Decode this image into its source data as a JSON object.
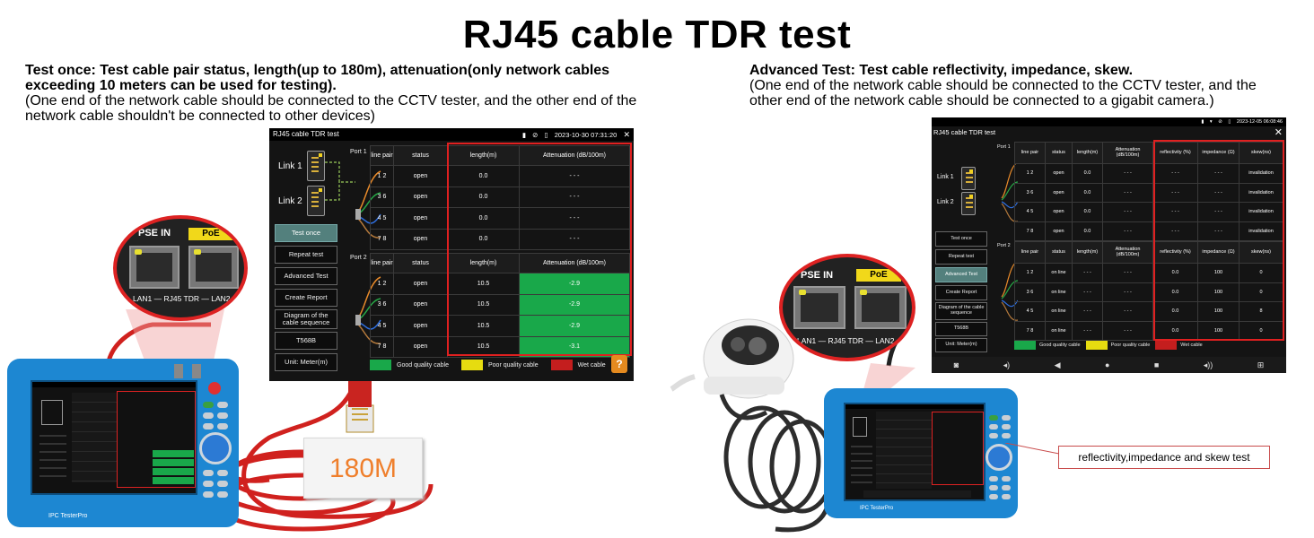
{
  "title": "RJ45 cable TDR test",
  "left_caption": {
    "bold": "Test once: Test cable pair status, length(up to 180m), attenuation(only network cables exceeding 10 meters can be used for testing).",
    "normal": "(One end of the network cable should be connected to the CCTV tester, and the other end of the network cable shouldn't be connected to other devices)"
  },
  "right_caption": {
    "bold": "Advanced Test: Test cable reflectivity, impedance, skew.",
    "normal": "(One end of the network cable should be connected to the CCTV tester, and the other end of the network cable should be connected to a gigabit camera.)"
  },
  "screen1": {
    "title": "RJ45 cable TDR test",
    "datetime": "2023-10-30 07:31:20",
    "link1": "Link 1",
    "link2": "Link 2",
    "buttons": [
      "Test once",
      "Repeat test",
      "Advanced Test",
      "Create Report",
      "Diagram of the cable sequence",
      "T568B",
      "Unit: Meter(m)"
    ],
    "active_button": "Test once",
    "port1": "Port 1",
    "port2": "Port 2",
    "headers": [
      "line pair",
      "status",
      "length(m)",
      "Attenuation (dB/100m)"
    ],
    "port1_rows": [
      {
        "pair": "1 2",
        "status": "open",
        "length": "0.0",
        "atten": "- - -"
      },
      {
        "pair": "3 6",
        "status": "open",
        "length": "0.0",
        "atten": "- - -"
      },
      {
        "pair": "4 5",
        "status": "open",
        "length": "0.0",
        "atten": "- - -"
      },
      {
        "pair": "7 8",
        "status": "open",
        "length": "0.0",
        "atten": "- - -"
      }
    ],
    "port2_rows": [
      {
        "pair": "1 2",
        "status": "open",
        "length": "10.5",
        "atten": "-2.9"
      },
      {
        "pair": "3 6",
        "status": "open",
        "length": "10.5",
        "atten": "-2.9"
      },
      {
        "pair": "4 5",
        "status": "open",
        "length": "10.5",
        "atten": "-2.9"
      },
      {
        "pair": "7 8",
        "status": "open",
        "length": "10.5",
        "atten": "-3.1"
      }
    ],
    "legend": [
      "Good quality cable",
      "Poor quality cable",
      "Wet cable"
    ],
    "help": "?"
  },
  "screen2": {
    "title": "RJ45 cable TDR test",
    "datetime": "2023-12-05 06:08:46",
    "link1": "Link 1",
    "link2": "Link 2",
    "buttons": [
      "Test once",
      "Repeat test",
      "Advanced Test",
      "Create Report",
      "Diagram of the cable sequence",
      "T568B",
      "Unit: Meter(m)"
    ],
    "active_button": "Advanced Test",
    "port1": "Port 1",
    "port2": "Port 2",
    "headers": [
      "line pair",
      "status",
      "length(m)",
      "Attenuation (dB/100m)",
      "reflectivity (%)",
      "impedance (Ω)",
      "skew(ns)"
    ],
    "port1_rows": [
      {
        "pair": "1 2",
        "status": "open",
        "length": "0.0",
        "atten": "- - -",
        "refl": "- - -",
        "imp": "- - -",
        "skew": "invalidation"
      },
      {
        "pair": "3 6",
        "status": "open",
        "length": "0.0",
        "atten": "- - -",
        "refl": "- - -",
        "imp": "- - -",
        "skew": "invalidation"
      },
      {
        "pair": "4 5",
        "status": "open",
        "length": "0.0",
        "atten": "- - -",
        "refl": "- - -",
        "imp": "- - -",
        "skew": "invalidation"
      },
      {
        "pair": "7 8",
        "status": "open",
        "length": "0.0",
        "atten": "- - -",
        "refl": "- - -",
        "imp": "- - -",
        "skew": "invalidation"
      }
    ],
    "port2_rows": [
      {
        "pair": "1 2",
        "status": "on line",
        "length": "- - -",
        "atten": "- - -",
        "refl": "0.0",
        "imp": "100",
        "skew": "0"
      },
      {
        "pair": "3 6",
        "status": "on line",
        "length": "- - -",
        "atten": "- - -",
        "refl": "0.0",
        "imp": "100",
        "skew": "0"
      },
      {
        "pair": "4 5",
        "status": "on line",
        "length": "- - -",
        "atten": "- - -",
        "refl": "0.0",
        "imp": "100",
        "skew": "8"
      },
      {
        "pair": "7 8",
        "status": "on line",
        "length": "- - -",
        "atten": "- - -",
        "refl": "0.0",
        "imp": "100",
        "skew": "0"
      }
    ],
    "legend": [
      "Good quality cable",
      "Poor quality cable",
      "Wet cable"
    ]
  },
  "zoom_left": {
    "pse": "PSE IN",
    "poe": "PoE",
    "lan": "LAN1 — RJ45 TDR — LAN2"
  },
  "zoom_right": {
    "pse": "PSE IN",
    "poe": "PoE",
    "lan": "LAN1 — RJ45 TDR — LAN2"
  },
  "device_brand": "IPC TesterPro",
  "cable_tag": "180M",
  "callout": "reflectivity,impedance and skew test",
  "colors": {
    "good": "#19a84a",
    "poor": "#e6dc10",
    "wet": "#c41e1e",
    "highlight": "#e02020",
    "device": "#1d87d2"
  }
}
